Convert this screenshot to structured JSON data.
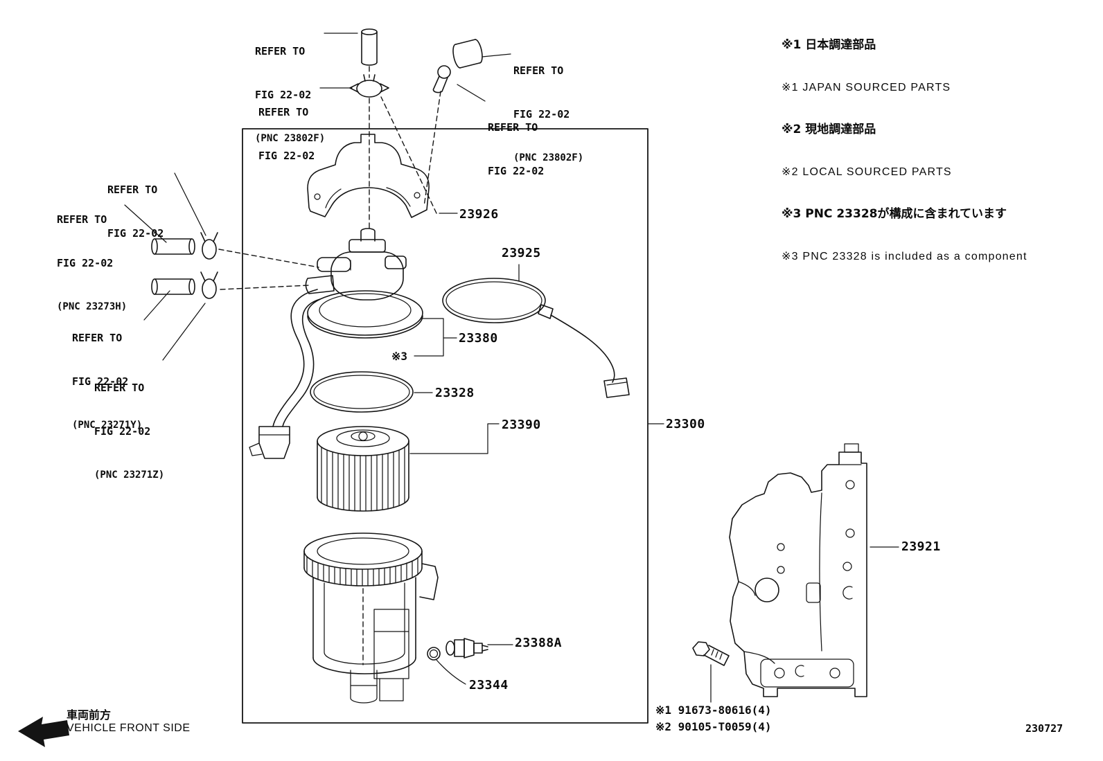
{
  "notes": {
    "line1": "※1 日本調達部品",
    "line2": "※1 JAPAN SOURCED PARTS",
    "line3": "※2 現地調達部品",
    "line4": "※2 LOCAL SOURCED PARTS",
    "line5": "※3 PNC 23328が構成に含まれています",
    "line6": "※3 PNC 23328 is included as a component"
  },
  "refer_labels": {
    "r1": {
      "line1": "REFER TO",
      "line2": "FIG 22-02",
      "line3": "(PNC 23802F)"
    },
    "r2": {
      "line1": "REFER TO",
      "line2": "FIG 22-02"
    },
    "r3": {
      "line1": "REFER TO",
      "line2": "FIG 22-02",
      "line3": "(PNC 23802F)"
    },
    "r4": {
      "line1": "REFER TO",
      "line2": "FIG 22-02"
    },
    "r5": {
      "line1": "REFER TO",
      "line2": "FIG 22-02"
    },
    "r6": {
      "line1": "REFER TO",
      "line2": "FIG 22-02",
      "line3": "(PNC 23273H)"
    },
    "r7": {
      "line1": "REFER TO",
      "line2": "FIG 22-02",
      "line3": "(PNC 23271Y)"
    },
    "r8": {
      "line1": "REFER TO",
      "line2": "FIG 22-02",
      "line3": "(PNC 23271Z)"
    }
  },
  "part_labels": {
    "assembly": "23300",
    "bracket_cover": "23926",
    "oring_upper": "23925",
    "filter_head": "23380",
    "note3_ref": "※3",
    "oring_lower": "23328",
    "filter_element": "23390",
    "bracket": "23921",
    "sensor": "23388A",
    "oring_sensor": "23344"
  },
  "hardware_labels": {
    "bolt1": "※1 91673-80616(4)",
    "bolt2": "※2 90105-T0059(4)"
  },
  "footer": {
    "front_jp": "車両前方",
    "front_en": "VEHICLE FRONT SIDE",
    "doc_number": "230727"
  }
}
